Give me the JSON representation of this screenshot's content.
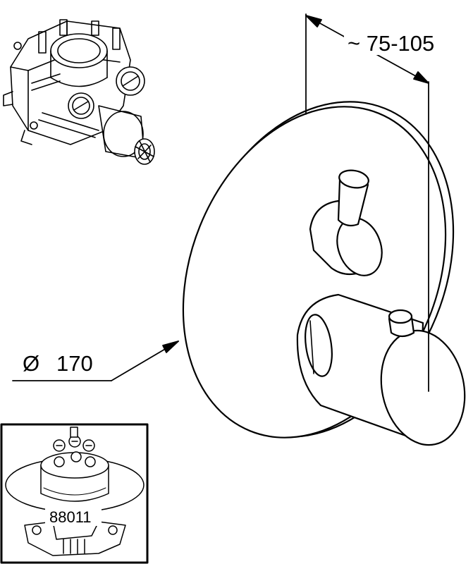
{
  "dimensions": {
    "depth_label": "~ 75-105",
    "diameter_symbol": "Ø",
    "diameter_value": "170"
  },
  "inset": {
    "part_number": "88011"
  }
}
